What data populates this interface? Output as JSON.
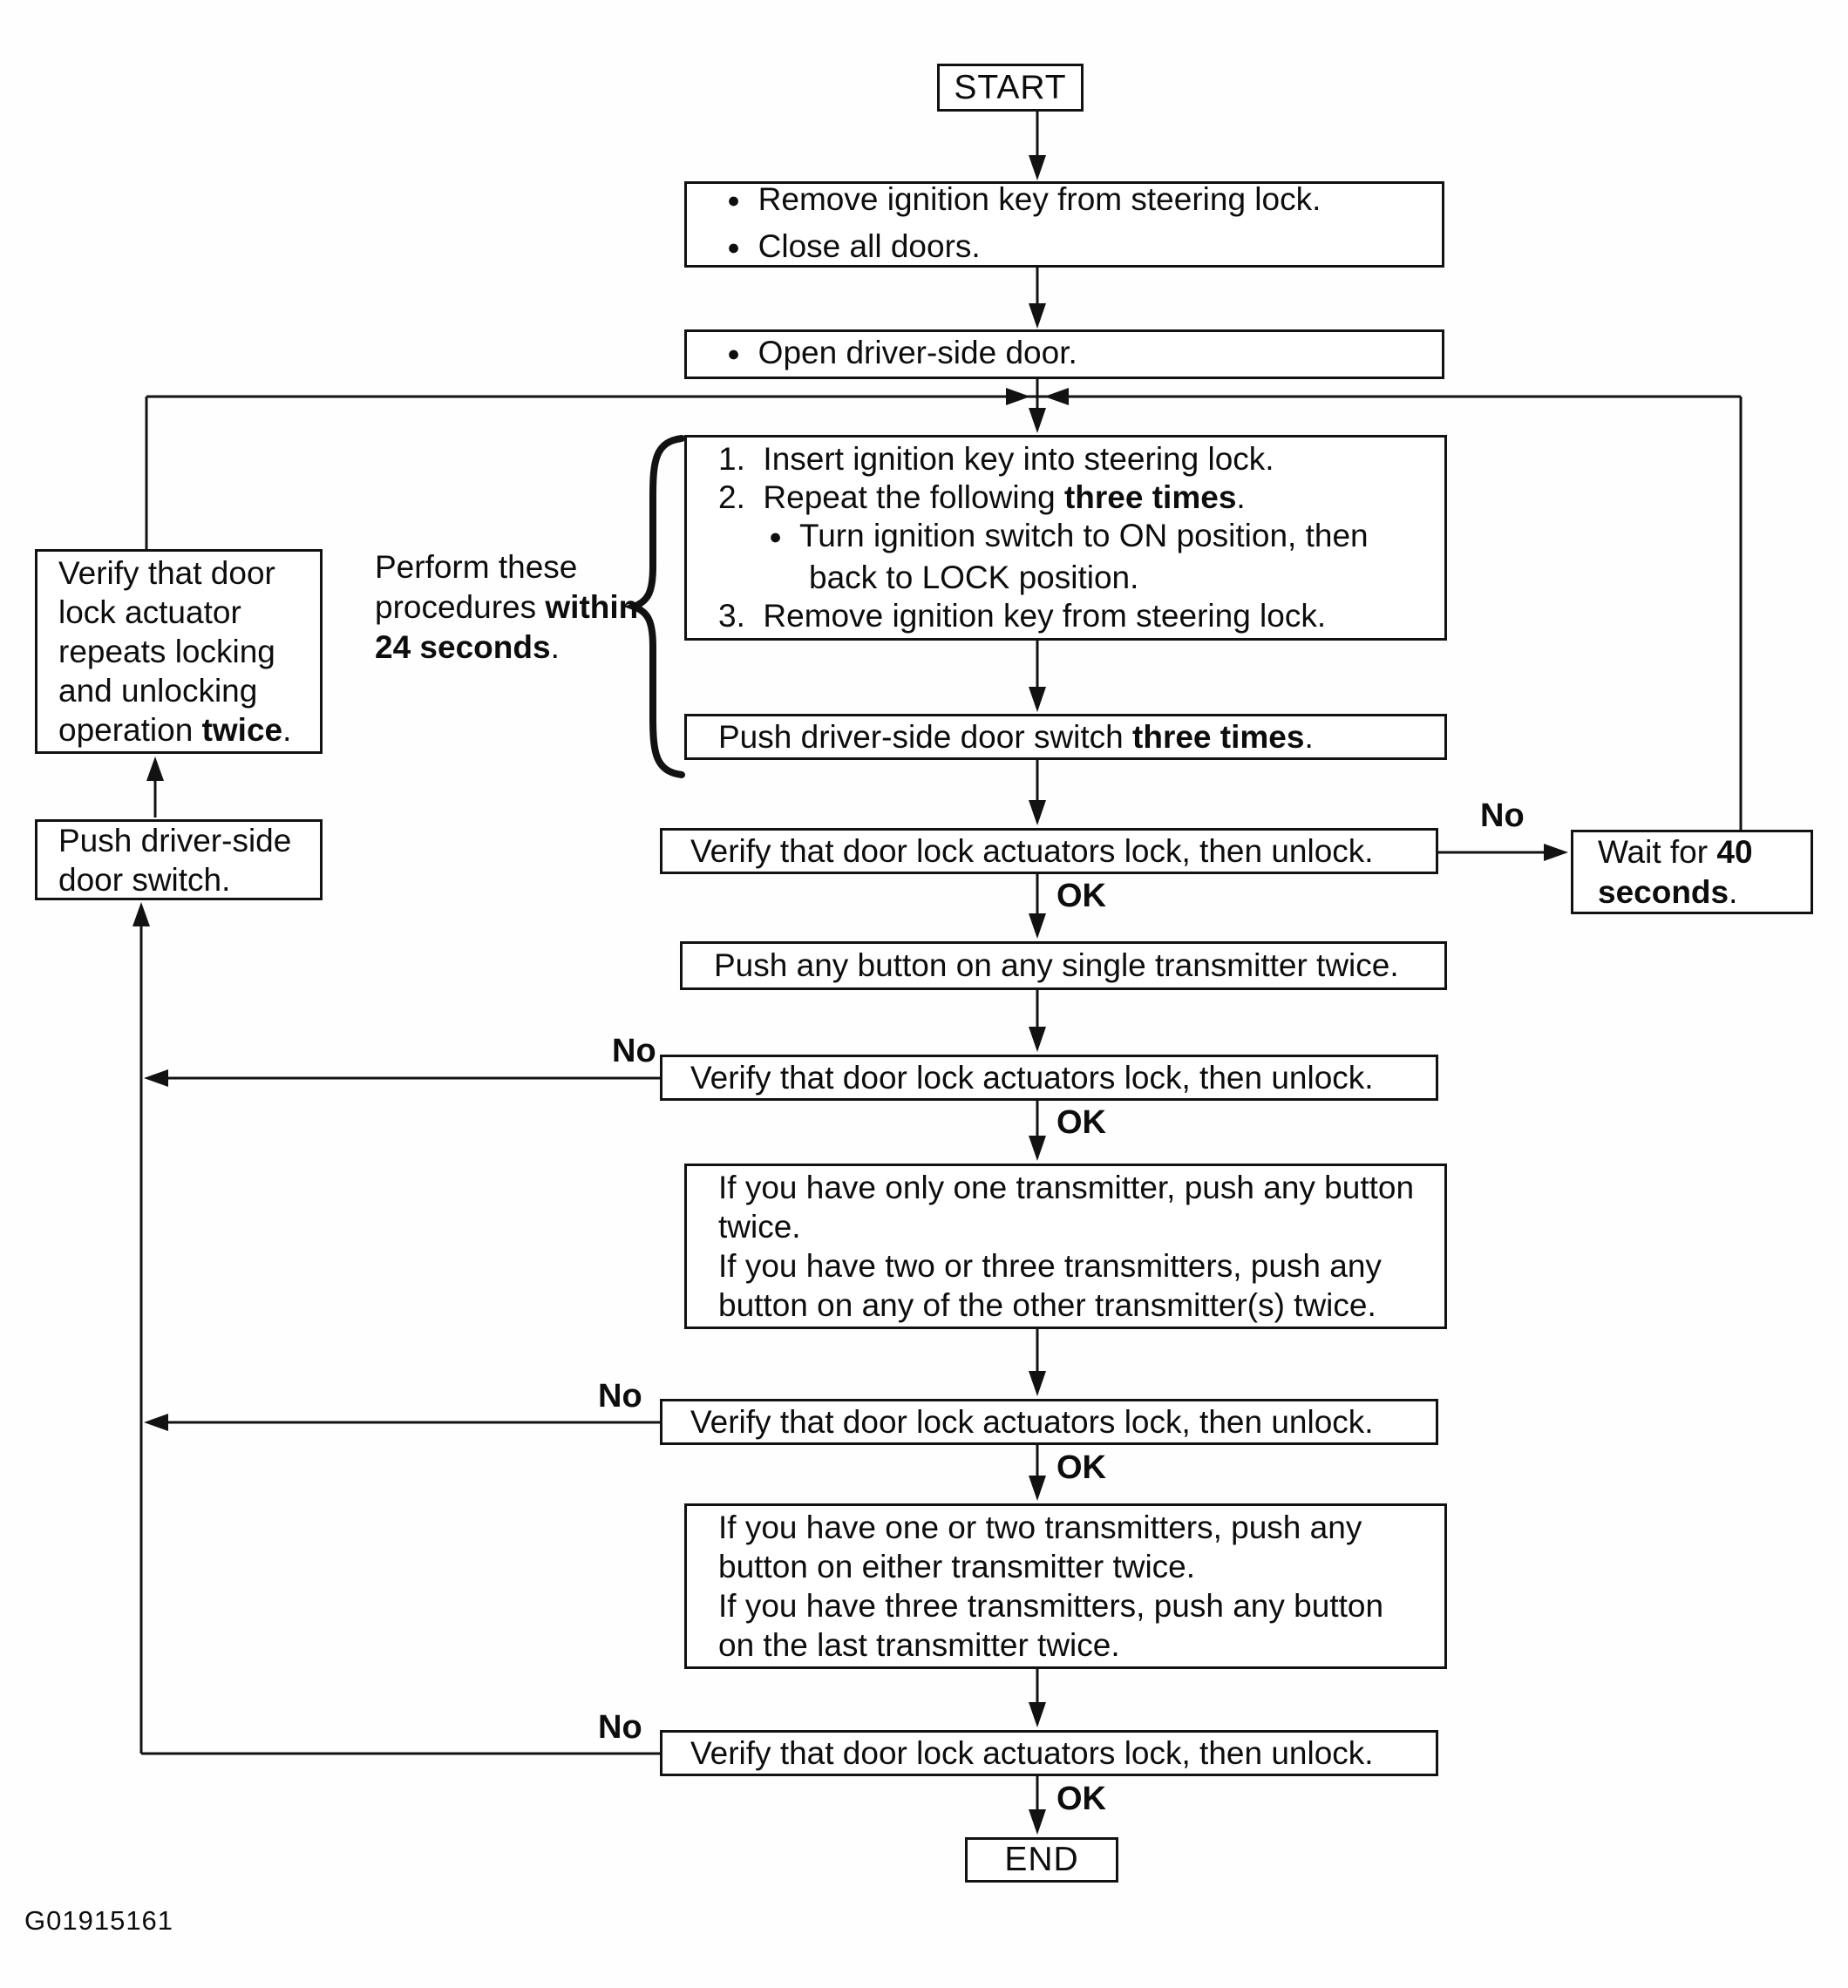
{
  "figure_id": "G01915161",
  "labels": {
    "ok": "OK",
    "no": "No"
  },
  "nodes": {
    "start": {
      "title": "START"
    },
    "prep": {
      "lines": [
        {
          "seg": [
            {
              "t": "●",
              "m": true
            },
            {
              "t": "  Remove ignition key from steering lock."
            }
          ]
        },
        {
          "seg": [
            {
              "t": "●",
              "m": true
            },
            {
              "t": "  Close all doors."
            }
          ]
        }
      ]
    },
    "open_door": {
      "lines": [
        {
          "seg": [
            {
              "t": "●",
              "m": true
            },
            {
              "t": "  Open driver-side door."
            }
          ]
        }
      ]
    },
    "ignition_cycle": {
      "lines": [
        {
          "seg": [
            {
              "t": "1.  Insert ignition key into steering lock."
            }
          ]
        },
        {
          "seg": [
            {
              "t": "2.  Repeat the following "
            },
            {
              "t": "three times",
              "b": true
            },
            {
              "t": "."
            }
          ]
        },
        {
          "ind": 1,
          "seg": [
            {
              "t": "●",
              "m": true
            },
            {
              "t": "  Turn ignition switch to ON position, then"
            }
          ]
        },
        {
          "ind": 2,
          "seg": [
            {
              "t": "back to LOCK position."
            }
          ]
        },
        {
          "seg": [
            {
              "t": "3.  Remove ignition key from steering lock."
            }
          ]
        }
      ]
    },
    "push_three": {
      "lines": [
        {
          "seg": [
            {
              "t": "Push driver-side door switch "
            },
            {
              "t": "three times",
              "b": true
            },
            {
              "t": "."
            }
          ]
        }
      ]
    },
    "verify1": {
      "text": "Verify that door lock actuators lock, then unlock."
    },
    "wait40": {
      "lines": [
        {
          "seg": [
            {
              "t": "Wait for "
            },
            {
              "t": "40",
              "b": true
            }
          ]
        },
        {
          "seg": [
            {
              "t": "seconds",
              "b": true
            },
            {
              "t": "."
            }
          ]
        }
      ]
    },
    "push_any": {
      "text": "Push any button on any single transmitter twice."
    },
    "verify2": {
      "text": "Verify that door lock actuators lock, then unlock."
    },
    "case_one": {
      "lines": [
        {
          "seg": [
            {
              "t": "If you have only one transmitter, push any button"
            }
          ]
        },
        {
          "seg": [
            {
              "t": "twice."
            }
          ]
        },
        {
          "seg": [
            {
              "t": "If you have two or three transmitters, push any"
            }
          ]
        },
        {
          "seg": [
            {
              "t": "button on any of the other transmitter(s) twice."
            }
          ]
        }
      ]
    },
    "verify3": {
      "text": "Verify that door lock actuators lock, then unlock."
    },
    "case_two": {
      "lines": [
        {
          "seg": [
            {
              "t": "If you have one or two transmitters, push any"
            }
          ]
        },
        {
          "seg": [
            {
              "t": "button on either transmitter twice."
            }
          ]
        },
        {
          "seg": [
            {
              "t": "If you have three transmitters, push any button"
            }
          ]
        },
        {
          "seg": [
            {
              "t": "on the last transmitter twice."
            }
          ]
        }
      ]
    },
    "verify4": {
      "text": "Verify that door lock actuators lock, then unlock."
    },
    "end": {
      "title": "END"
    },
    "actuator_twice": {
      "lines": [
        {
          "seg": [
            {
              "t": "Verify that door"
            }
          ]
        },
        {
          "seg": [
            {
              "t": "lock actuator"
            }
          ]
        },
        {
          "seg": [
            {
              "t": "repeats locking"
            }
          ]
        },
        {
          "seg": [
            {
              "t": "and unlocking"
            }
          ]
        },
        {
          "seg": [
            {
              "t": "operation "
            },
            {
              "t": "twice",
              "b": true
            },
            {
              "t": "."
            }
          ]
        }
      ]
    },
    "push_door_switch": {
      "lines": [
        {
          "seg": [
            {
              "t": "Push driver-side"
            }
          ]
        },
        {
          "seg": [
            {
              "t": "door switch."
            }
          ]
        }
      ]
    },
    "timing_note": {
      "lines": [
        {
          "seg": [
            {
              "t": "Perform these"
            }
          ]
        },
        {
          "seg": [
            {
              "t": "procedures "
            },
            {
              "t": "within",
              "b": true
            }
          ]
        },
        {
          "seg": [
            {
              "t": "24 seconds",
              "b": true
            },
            {
              "t": "."
            }
          ]
        }
      ]
    }
  }
}
